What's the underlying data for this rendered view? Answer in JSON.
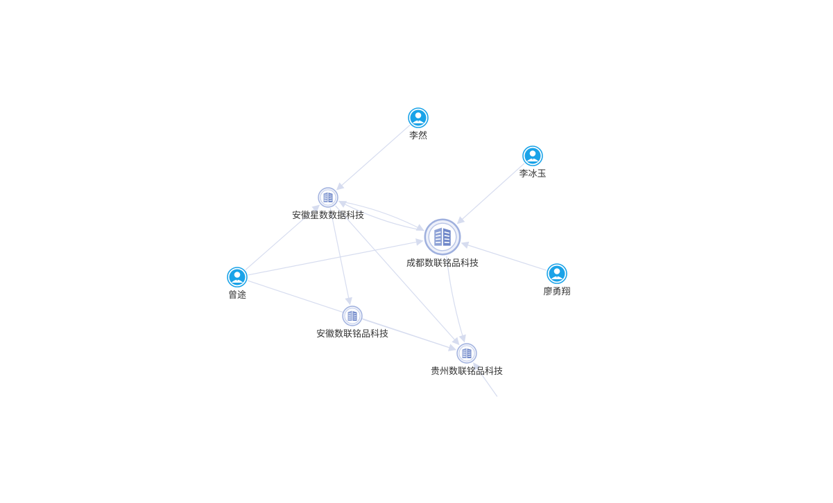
{
  "colors": {
    "person": "#1aa3e8",
    "company": "#8ea2d6",
    "edge": "#d6dcef",
    "label": "#333333"
  },
  "graph": {
    "nodes": [
      {
        "id": "liran",
        "label": "李然",
        "kind": "person",
        "icon": "person-icon"
      },
      {
        "id": "libingyu",
        "label": "李冰玉",
        "kind": "person",
        "icon": "person-icon"
      },
      {
        "id": "liaoyongxiang",
        "label": "廖勇翔",
        "kind": "person",
        "icon": "person-icon"
      },
      {
        "id": "zengtu",
        "label": "曾途",
        "kind": "person",
        "icon": "person-icon"
      },
      {
        "id": "anhui_xingshu",
        "label": "安徽星数数据科技",
        "kind": "company",
        "icon": "building-icon"
      },
      {
        "id": "chengdu",
        "label": "成都数联铭品科技",
        "kind": "company",
        "icon": "building-icon",
        "main": true
      },
      {
        "id": "anhui_shulian",
        "label": "安徽数联铭品科技",
        "kind": "company",
        "icon": "building-icon"
      },
      {
        "id": "guizhou",
        "label": "贵州数联铭品科技",
        "kind": "company",
        "icon": "building-icon"
      }
    ],
    "edges": [
      {
        "from": "liran",
        "to": "anhui_xingshu"
      },
      {
        "from": "libingyu",
        "to": "chengdu"
      },
      {
        "from": "liaoyongxiang",
        "to": "chengdu"
      },
      {
        "from": "zengtu",
        "to": "anhui_xingshu"
      },
      {
        "from": "zengtu",
        "to": "chengdu"
      },
      {
        "from": "zengtu",
        "to": "guizhou"
      },
      {
        "from": "anhui_xingshu",
        "to": "chengdu"
      },
      {
        "from": "chengdu",
        "to": "anhui_xingshu"
      },
      {
        "from": "anhui_xingshu",
        "to": "anhui_shulian"
      },
      {
        "from": "anhui_xingshu",
        "to": "guizhou"
      },
      {
        "from": "anhui_shulian",
        "to": "guizhou"
      },
      {
        "from": "chengdu",
        "to": "guizhou"
      },
      {
        "from": "offscreen",
        "to": "guizhou"
      }
    ]
  }
}
